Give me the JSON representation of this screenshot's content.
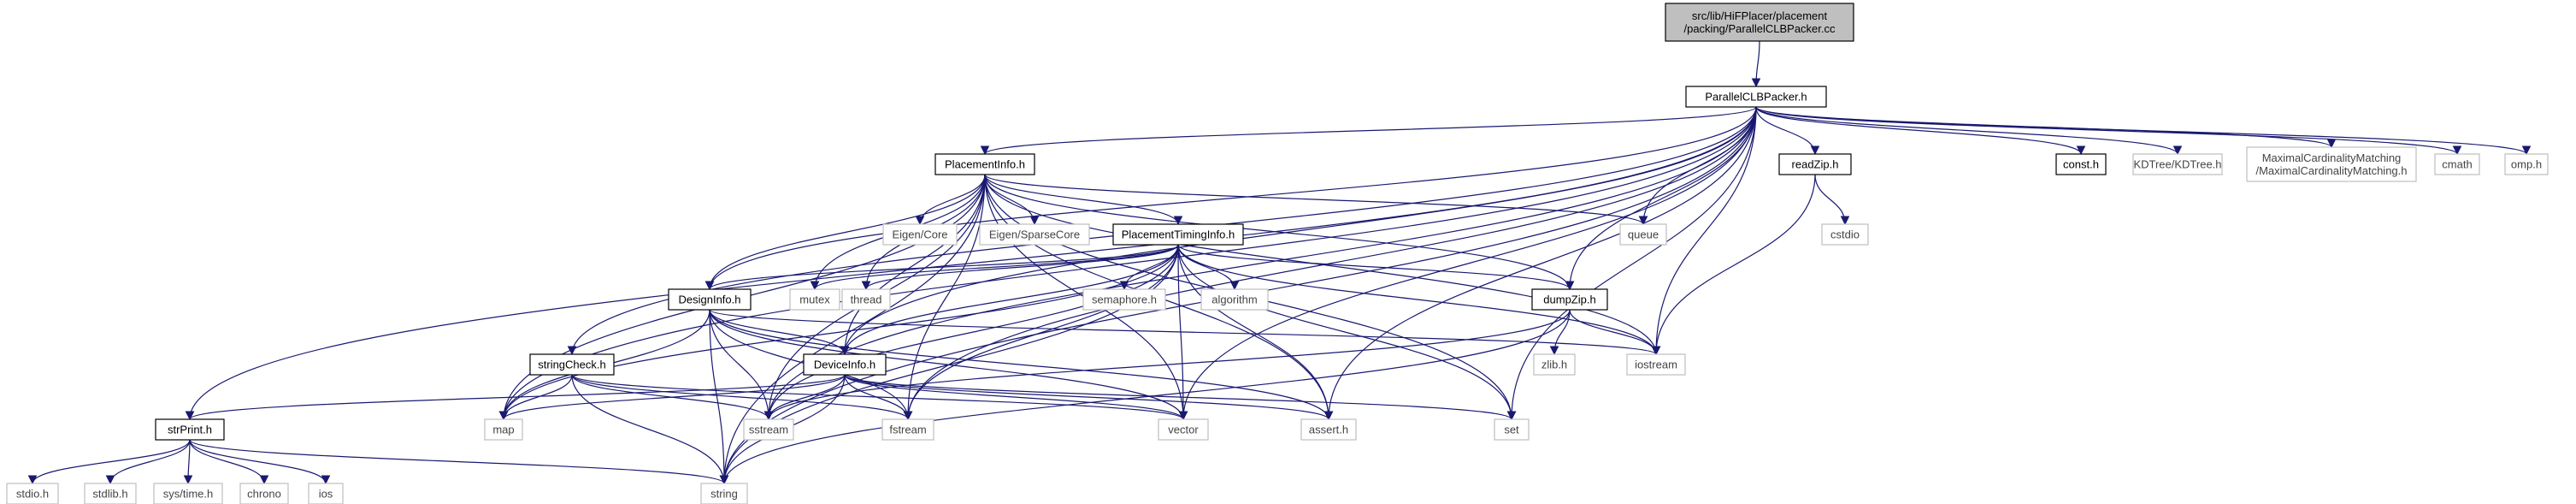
{
  "colors": {
    "edge": "#191970",
    "root_fill": "#bfbfbf",
    "node_stroke": "#000000",
    "sys_stroke": "#bfbfbf"
  },
  "nodes": [
    {
      "id": "root",
      "lines": [
        "src/lib/HiFPlacer/placement",
        "/packing/ParallelCLBPacker.cc"
      ],
      "kind": "root"
    },
    {
      "id": "pclb",
      "lines": [
        "ParallelCLBPacker.h"
      ],
      "kind": "header"
    },
    {
      "id": "placementinfo",
      "lines": [
        "PlacementInfo.h"
      ],
      "kind": "header"
    },
    {
      "id": "readzip",
      "lines": [
        "readZip.h"
      ],
      "kind": "header"
    },
    {
      "id": "const",
      "lines": [
        "const.h"
      ],
      "kind": "header"
    },
    {
      "id": "kdtree",
      "lines": [
        "KDTree/KDTree.h"
      ],
      "kind": "sys"
    },
    {
      "id": "mcm",
      "lines": [
        "MaximalCardinalityMatching",
        "/MaximalCardinalityMatching.h"
      ],
      "kind": "sys"
    },
    {
      "id": "cmath",
      "lines": [
        "cmath"
      ],
      "kind": "sys"
    },
    {
      "id": "omp",
      "lines": [
        "omp.h"
      ],
      "kind": "sys"
    },
    {
      "id": "eigencore",
      "lines": [
        "Eigen/Core"
      ],
      "kind": "sys"
    },
    {
      "id": "eigensparse",
      "lines": [
        "Eigen/SparseCore"
      ],
      "kind": "sys"
    },
    {
      "id": "timinginfo",
      "lines": [
        "PlacementTimingInfo.h"
      ],
      "kind": "header"
    },
    {
      "id": "queue",
      "lines": [
        "queue"
      ],
      "kind": "sys"
    },
    {
      "id": "cstdio",
      "lines": [
        "cstdio"
      ],
      "kind": "sys"
    },
    {
      "id": "designinfo",
      "lines": [
        "DesignInfo.h"
      ],
      "kind": "header"
    },
    {
      "id": "mutex",
      "lines": [
        "mutex"
      ],
      "kind": "sys"
    },
    {
      "id": "thread",
      "lines": [
        "thread"
      ],
      "kind": "sys"
    },
    {
      "id": "semaphore",
      "lines": [
        "semaphore.h"
      ],
      "kind": "sys"
    },
    {
      "id": "algorithm",
      "lines": [
        "algorithm"
      ],
      "kind": "sys"
    },
    {
      "id": "dumpzip",
      "lines": [
        "dumpZip.h"
      ],
      "kind": "header"
    },
    {
      "id": "stringcheck",
      "lines": [
        "stringCheck.h"
      ],
      "kind": "header"
    },
    {
      "id": "deviceinfo",
      "lines": [
        "DeviceInfo.h"
      ],
      "kind": "header"
    },
    {
      "id": "zlib",
      "lines": [
        "zlib.h"
      ],
      "kind": "sys"
    },
    {
      "id": "iostream",
      "lines": [
        "iostream"
      ],
      "kind": "sys"
    },
    {
      "id": "strprint",
      "lines": [
        "strPrint.h"
      ],
      "kind": "header"
    },
    {
      "id": "map",
      "lines": [
        "map"
      ],
      "kind": "sys"
    },
    {
      "id": "sstream",
      "lines": [
        "sstream"
      ],
      "kind": "sys"
    },
    {
      "id": "fstream",
      "lines": [
        "fstream"
      ],
      "kind": "sys"
    },
    {
      "id": "vector",
      "lines": [
        "vector"
      ],
      "kind": "sys"
    },
    {
      "id": "asserth",
      "lines": [
        "assert.h"
      ],
      "kind": "sys"
    },
    {
      "id": "set",
      "lines": [
        "set"
      ],
      "kind": "sys"
    },
    {
      "id": "stdioh",
      "lines": [
        "stdio.h"
      ],
      "kind": "sys"
    },
    {
      "id": "stdlibh",
      "lines": [
        "stdlib.h"
      ],
      "kind": "sys"
    },
    {
      "id": "systime",
      "lines": [
        "sys/time.h"
      ],
      "kind": "sys"
    },
    {
      "id": "chrono",
      "lines": [
        "chrono"
      ],
      "kind": "sys"
    },
    {
      "id": "ios",
      "lines": [
        "ios"
      ],
      "kind": "sys"
    },
    {
      "id": "string",
      "lines": [
        "string"
      ],
      "kind": "sys"
    }
  ],
  "edges": [
    [
      "root",
      "pclb"
    ],
    [
      "pclb",
      "placementinfo"
    ],
    [
      "pclb",
      "readzip"
    ],
    [
      "pclb",
      "const"
    ],
    [
      "pclb",
      "kdtree"
    ],
    [
      "pclb",
      "mcm"
    ],
    [
      "pclb",
      "cmath"
    ],
    [
      "pclb",
      "omp"
    ],
    [
      "pclb",
      "queue"
    ],
    [
      "pclb",
      "designinfo"
    ],
    [
      "pclb",
      "dumpzip"
    ],
    [
      "pclb",
      "stringcheck"
    ],
    [
      "pclb",
      "deviceinfo"
    ],
    [
      "pclb",
      "strprint"
    ],
    [
      "pclb",
      "map"
    ],
    [
      "pclb",
      "sstream"
    ],
    [
      "pclb",
      "fstream"
    ],
    [
      "pclb",
      "vector"
    ],
    [
      "pclb",
      "asserth"
    ],
    [
      "pclb",
      "set"
    ],
    [
      "pclb",
      "iostream"
    ],
    [
      "pclb",
      "string"
    ],
    [
      "placementinfo",
      "eigencore"
    ],
    [
      "placementinfo",
      "eigensparse"
    ],
    [
      "placementinfo",
      "timinginfo"
    ],
    [
      "placementinfo",
      "queue"
    ],
    [
      "placementinfo",
      "designinfo"
    ],
    [
      "placementinfo",
      "mutex"
    ],
    [
      "placementinfo",
      "thread"
    ],
    [
      "placementinfo",
      "dumpzip"
    ],
    [
      "placementinfo",
      "deviceinfo"
    ],
    [
      "placementinfo",
      "map"
    ],
    [
      "placementinfo",
      "sstream"
    ],
    [
      "placementinfo",
      "fstream"
    ],
    [
      "placementinfo",
      "vector"
    ],
    [
      "placementinfo",
      "asserth"
    ],
    [
      "placementinfo",
      "set"
    ],
    [
      "placementinfo",
      "iostream"
    ],
    [
      "placementinfo",
      "string"
    ],
    [
      "timinginfo",
      "designinfo"
    ],
    [
      "timinginfo",
      "mutex"
    ],
    [
      "timinginfo",
      "thread"
    ],
    [
      "timinginfo",
      "semaphore"
    ],
    [
      "timinginfo",
      "algorithm"
    ],
    [
      "timinginfo",
      "dumpzip"
    ],
    [
      "timinginfo",
      "deviceinfo"
    ],
    [
      "timinginfo",
      "map"
    ],
    [
      "timinginfo",
      "sstream"
    ],
    [
      "timinginfo",
      "fstream"
    ],
    [
      "timinginfo",
      "vector"
    ],
    [
      "timinginfo",
      "asserth"
    ],
    [
      "timinginfo",
      "set"
    ],
    [
      "timinginfo",
      "iostream"
    ],
    [
      "timinginfo",
      "string"
    ],
    [
      "readzip",
      "cstdio"
    ],
    [
      "readzip",
      "iostream"
    ],
    [
      "designinfo",
      "deviceinfo"
    ],
    [
      "designinfo",
      "map"
    ],
    [
      "designinfo",
      "sstream"
    ],
    [
      "designinfo",
      "fstream"
    ],
    [
      "designinfo",
      "vector"
    ],
    [
      "designinfo",
      "asserth"
    ],
    [
      "designinfo",
      "iostream"
    ],
    [
      "designinfo",
      "string"
    ],
    [
      "dumpzip",
      "zlib"
    ],
    [
      "dumpzip",
      "iostream"
    ],
    [
      "dumpzip",
      "sstream"
    ],
    [
      "dumpzip",
      "string"
    ],
    [
      "stringcheck",
      "map"
    ],
    [
      "stringcheck",
      "sstream"
    ],
    [
      "stringcheck",
      "fstream"
    ],
    [
      "stringcheck",
      "vector"
    ],
    [
      "stringcheck",
      "string"
    ],
    [
      "deviceinfo",
      "strprint"
    ],
    [
      "deviceinfo",
      "map"
    ],
    [
      "deviceinfo",
      "sstream"
    ],
    [
      "deviceinfo",
      "fstream"
    ],
    [
      "deviceinfo",
      "vector"
    ],
    [
      "deviceinfo",
      "asserth"
    ],
    [
      "deviceinfo",
      "set"
    ],
    [
      "deviceinfo",
      "string"
    ],
    [
      "strprint",
      "stdioh"
    ],
    [
      "strprint",
      "stdlibh"
    ],
    [
      "strprint",
      "systime"
    ],
    [
      "strprint",
      "chrono"
    ],
    [
      "strprint",
      "ios"
    ],
    [
      "strprint",
      "string"
    ]
  ]
}
